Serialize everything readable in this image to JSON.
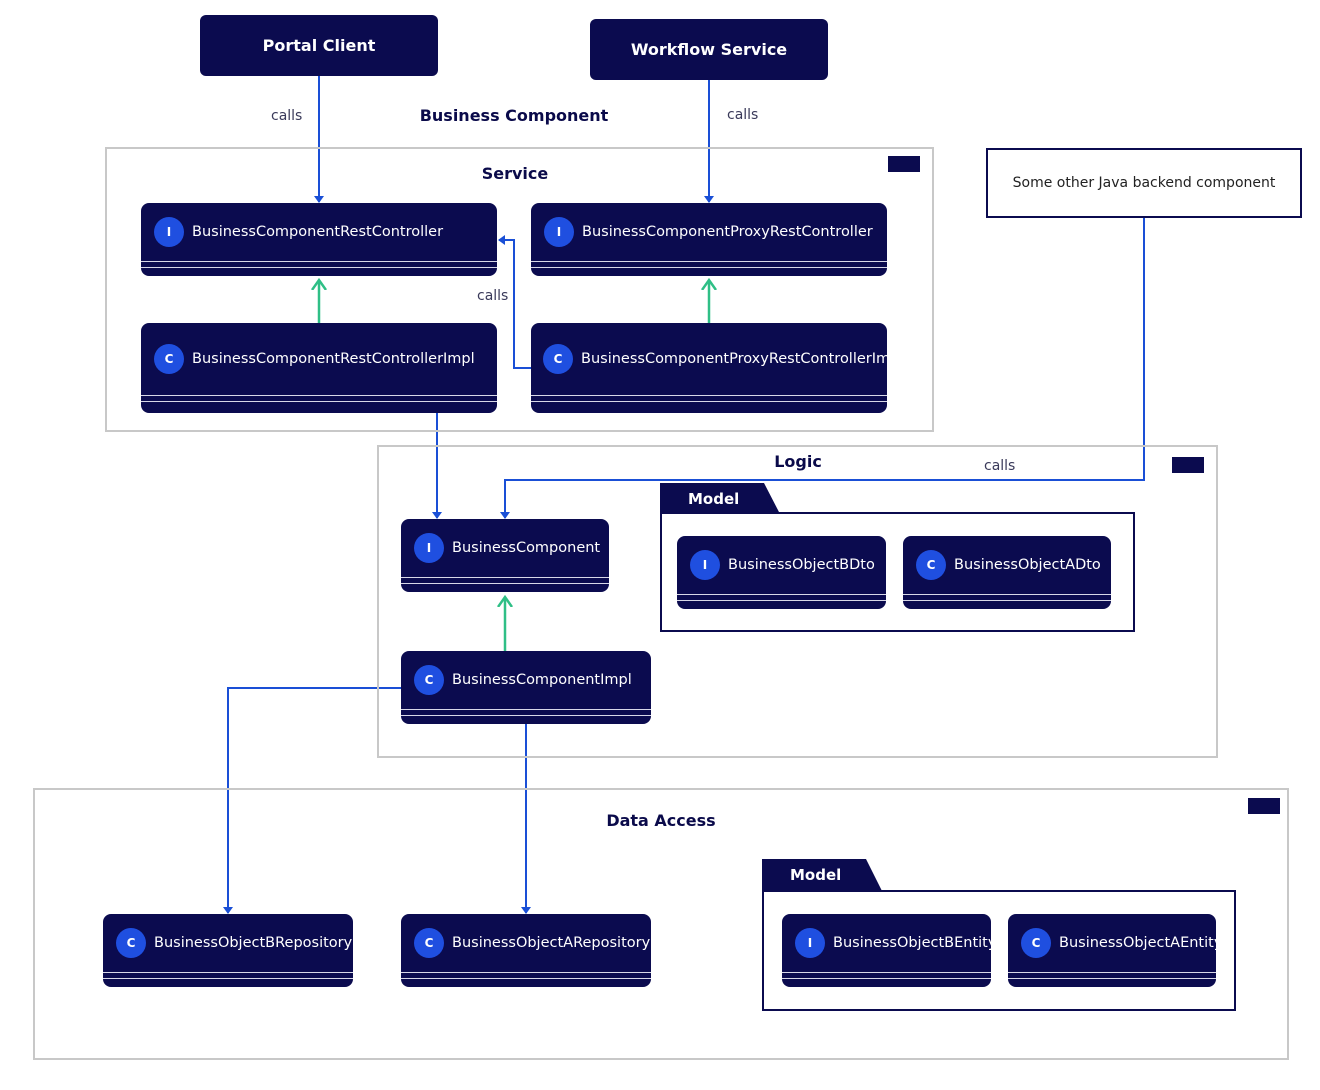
{
  "external": {
    "portal_client": "Portal Client",
    "workflow_service": "Workflow Service"
  },
  "labels": {
    "business_component": "Business Component",
    "service": "Service",
    "logic": "Logic",
    "data_access": "Data Access",
    "model_logic": "Model",
    "model_data": "Model",
    "calls": "calls"
  },
  "note": {
    "text": "Some other Java backend component"
  },
  "classes": {
    "rest_controller": {
      "badge": "I",
      "name": "BusinessComponentRestController"
    },
    "proxy_rest_controller": {
      "badge": "I",
      "name": "BusinessComponentProxyRestController"
    },
    "rest_controller_impl": {
      "badge": "C",
      "name": "BusinessComponentRestControllerImpl"
    },
    "proxy_rest_controller_impl": {
      "badge": "C",
      "name": "BusinessComponentProxyRestControllerImpl"
    },
    "business_component": {
      "badge": "I",
      "name": "BusinessComponent"
    },
    "business_component_impl": {
      "badge": "C",
      "name": "BusinessComponentImpl"
    },
    "bo_b_dto": {
      "badge": "I",
      "name": "BusinessObjectBDto"
    },
    "bo_a_dto": {
      "badge": "C",
      "name": "BusinessObjectADto"
    },
    "bo_b_repository": {
      "badge": "C",
      "name": "BusinessObjectBRepository"
    },
    "bo_a_repository": {
      "badge": "C",
      "name": "BusinessObjectARepository"
    },
    "bo_b_entity": {
      "badge": "I",
      "name": "BusinessObjectBEntity"
    },
    "bo_a_entity": {
      "badge": "C",
      "name": "BusinessObjectAEntity"
    }
  },
  "colors": {
    "node": "#0b0b4f",
    "badge": "#1f4fe0",
    "calls_edge": "#1a4fd6",
    "inheritance_edge": "#2fbf86",
    "frame": "#c8c8c8"
  }
}
